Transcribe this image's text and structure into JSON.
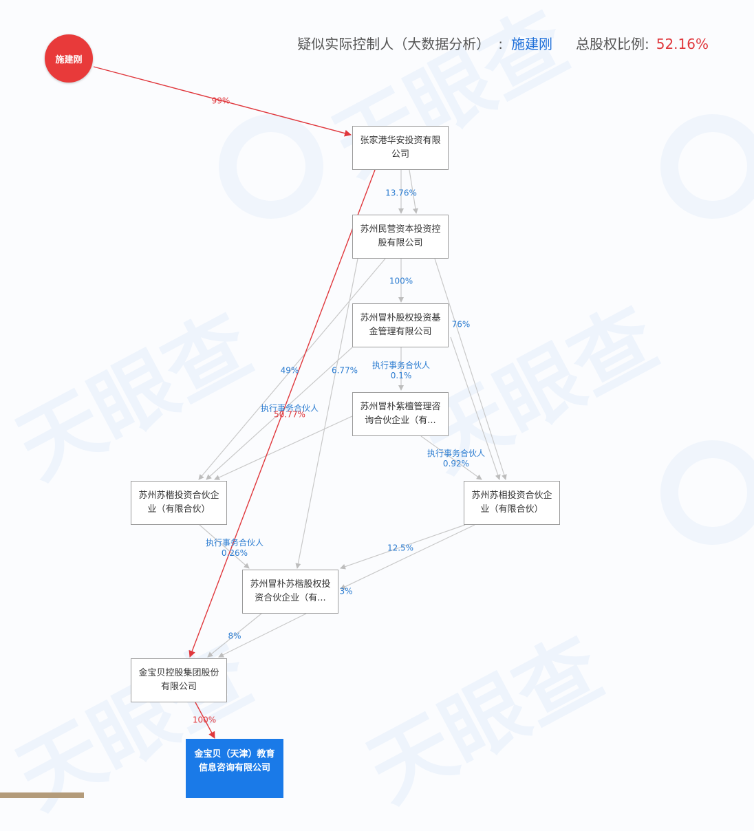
{
  "header": {
    "label": "疑似实际控制人（大数据分析）",
    "separator": ":",
    "controller": "施建刚",
    "ratio_label": "总股权比例:",
    "ratio": "52.16%"
  },
  "person": {
    "name": "施建刚"
  },
  "nodes": {
    "n1": "张家港华安投资有限公司",
    "n2": "苏州民营资本投资控股有限公司",
    "n3": "苏州冒朴股权投资基金管理有限公司",
    "n4": "苏州冒朴紫檀管理咨询合伙企业（有...",
    "n5": "苏州苏楷投资合伙企业（有限合伙）",
    "n6": "苏州苏相投资合伙企业（有限合伙）",
    "n7": "苏州冒朴苏楷股权投资合伙企业（有...",
    "n8": "金宝贝控股集团股份有限公司",
    "n9": "金宝贝（天津）教育信息咨询有限公司"
  },
  "edge_labels": {
    "e_p_n1": "99%",
    "e_n1_n2": "13.76%",
    "e_n2_n3": "100%",
    "e_n2_n6": "76%",
    "e_n5": "49%",
    "e_n7": "6.77%",
    "e_n3_n4_role": "执行事务合伙人",
    "e_n3_n4": "0.1%",
    "e_n5_role": "执行事务合伙人",
    "e_red": "50.77%",
    "e_n4_n6_role": "执行事务合伙人",
    "e_n4_n6": "0.92%",
    "e_n5_n7_role": "执行事务合伙人",
    "e_n5_n7": "0.26%",
    "e_n6_n7": "12.5%",
    "e_n7_side": "3%",
    "e_n7_n8": "8%",
    "e_n8_n9": "100%"
  },
  "colors": {
    "accent": "#1e6fd9",
    "red": "#e0373c",
    "target": "#1a7ae8",
    "edge": "#c4c4c4"
  },
  "watermark": "天眼查"
}
